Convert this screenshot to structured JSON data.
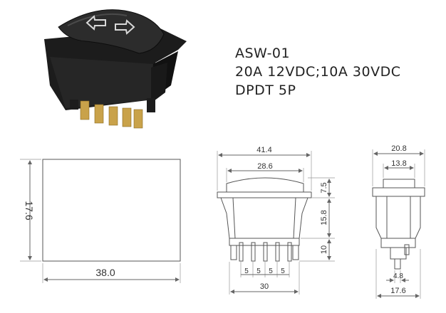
{
  "specs": {
    "model": "ASW-01",
    "rating": "20A 12VDC;10A 30VDC",
    "config": "DPDT 5P"
  },
  "cutout": {
    "width": "38.0",
    "height": "17.6"
  },
  "front_view": {
    "overall_width": "41.4",
    "rocker_width": "28.6",
    "rocker_height": "7.5",
    "body_height": "15.8",
    "terminal_length": "10",
    "pitch_1": "5",
    "pitch_2": "5",
    "pitch_3": "5",
    "pitch_4": "5",
    "terminal_span": "30"
  },
  "side_view": {
    "top_width": "20.8",
    "rocker_width": "13.8",
    "terminal_offset": "4.8",
    "body_width": "17.6"
  },
  "colors": {
    "line": "#555555",
    "dim": "#777777",
    "switch_body": "#1c1c1c",
    "terminal": "#c9a24a"
  }
}
